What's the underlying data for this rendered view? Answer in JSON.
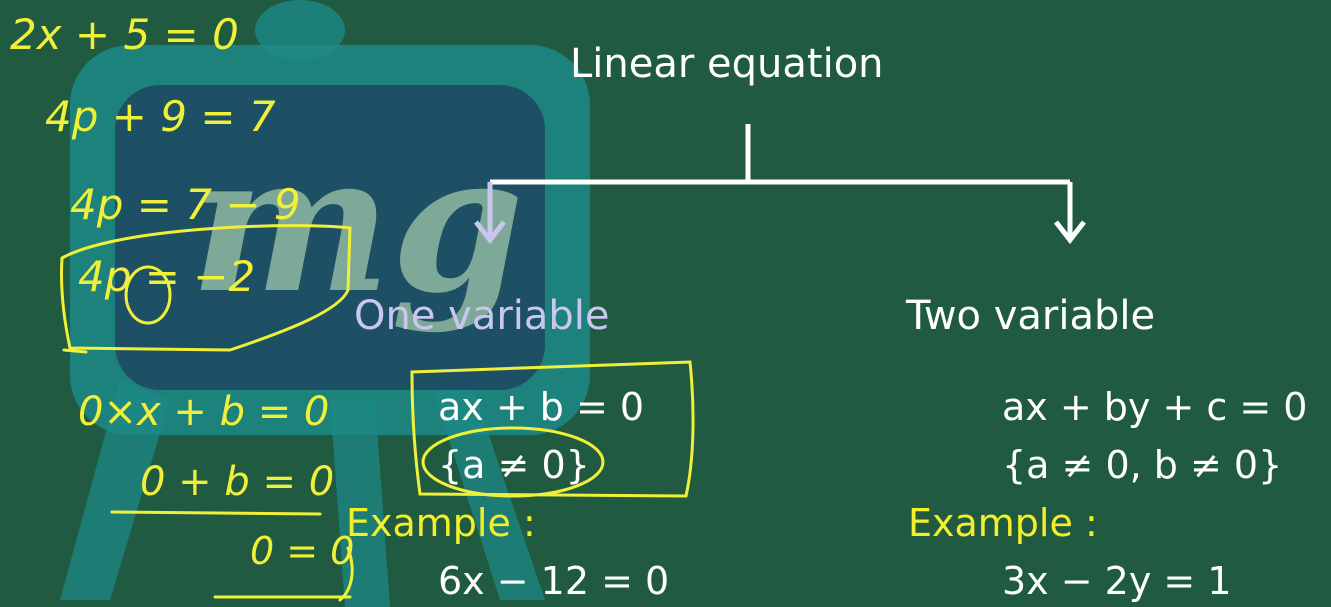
{
  "title": "Linear equation",
  "branches": {
    "left": {
      "heading": "One variable",
      "equation": "ax + b = 0",
      "condition": "{a ≠ 0}",
      "example_label": "Example :",
      "example": "6x − 12 = 0"
    },
    "right": {
      "heading": "Two variable",
      "equation": "ax + by + c = 0",
      "condition": "{a ≠ 0, b ≠ 0}",
      "example_label": "Example :",
      "example": "3x − 2y = 1"
    }
  },
  "logo": {
    "text": "mg",
    "icon": "easel-board-icon"
  },
  "handwriting": [
    "2x + 5 = 0",
    "4p + 9 = 7",
    "4p = 7 − 9",
    "4p = −2",
    "0×x + b = 0",
    "0 + b = 0",
    "0 = 0"
  ],
  "colors": {
    "background": "#1f5a41",
    "text": "#ffffff",
    "highlight": "#f3f02a",
    "muted_heading": "#c9c7ef"
  }
}
